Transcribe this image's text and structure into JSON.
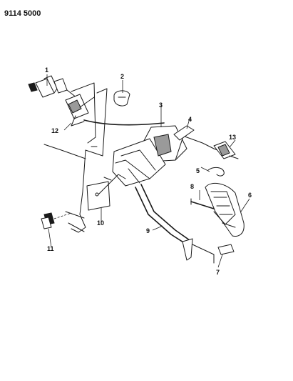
{
  "diagram_id": "9114 5000",
  "callouts": [
    "1",
    "2",
    "3",
    "4",
    "5",
    "6",
    "7",
    "8",
    "9",
    "10",
    "11",
    "12",
    "13"
  ]
}
